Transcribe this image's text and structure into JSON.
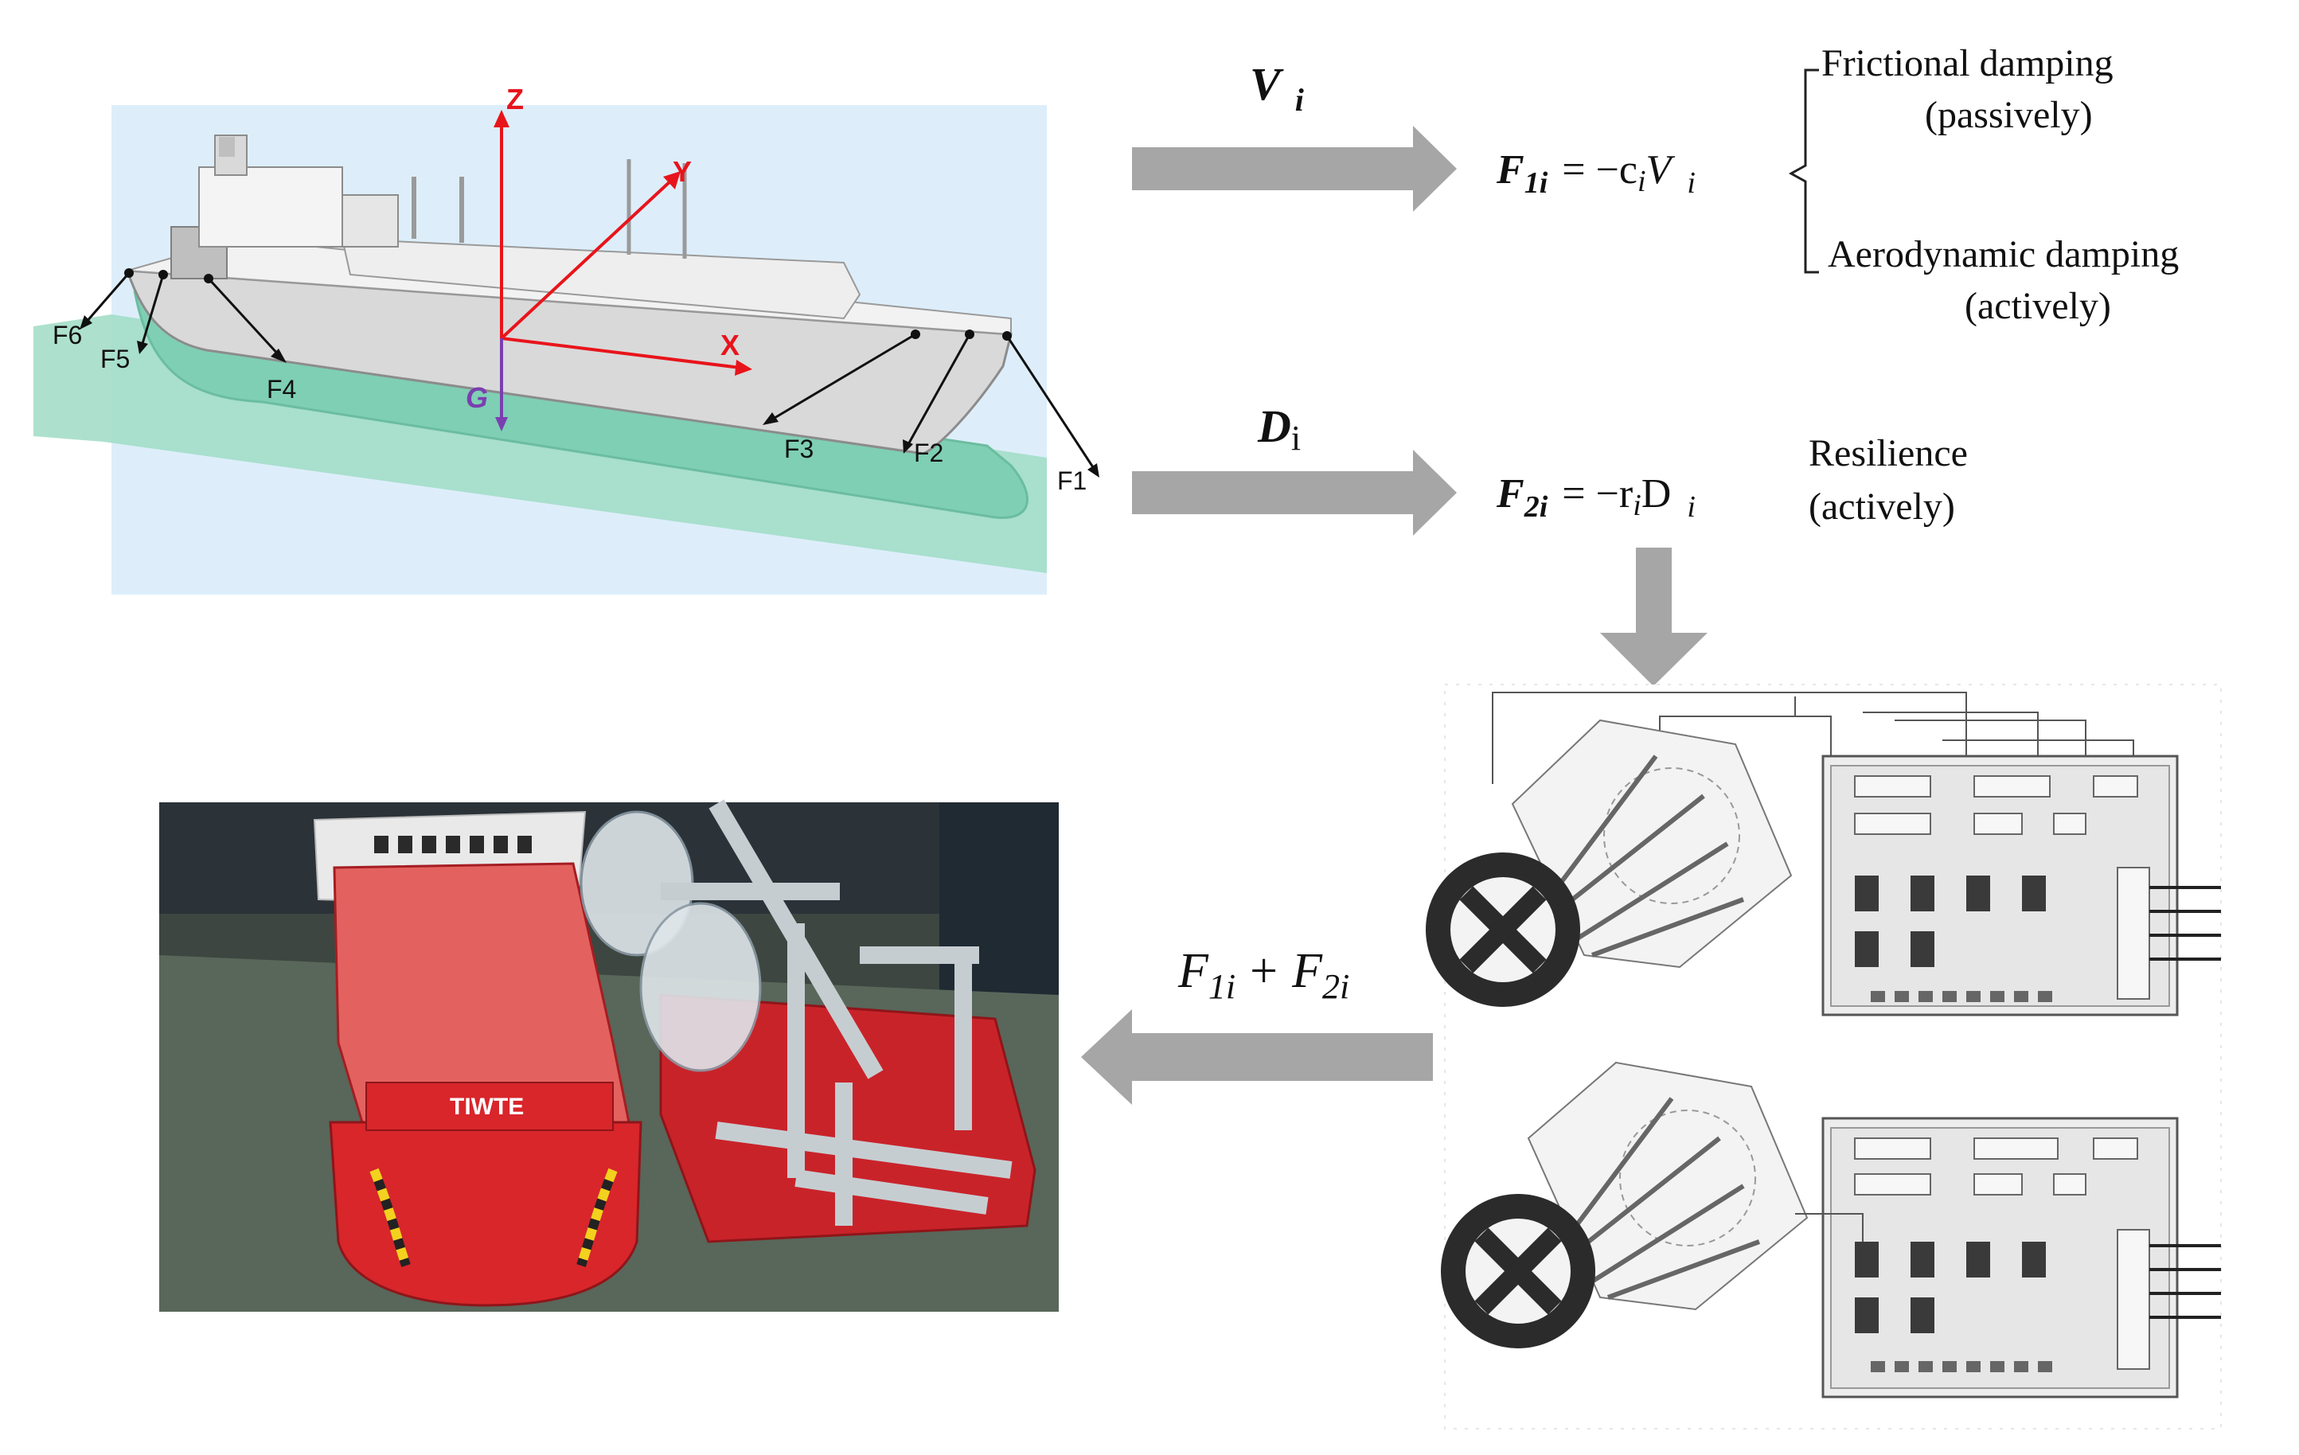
{
  "ship_model": {
    "axes": {
      "z": "Z",
      "y": "Y",
      "x": "X",
      "g": "G"
    },
    "forces": [
      "F6",
      "F5",
      "F4",
      "F3",
      "F2",
      "F1"
    ],
    "hull_text": ""
  },
  "velocity_branch": {
    "input_symbol": "V",
    "input_sub": "i",
    "eq_lhs": "F",
    "eq_lhs_sub": "1i",
    "eq_rhs": "= −c",
    "eq_rhs_sub": "i",
    "eq_rhs_tail": "V",
    "eq_rhs_tail_sub": "i",
    "damping_top_line1": "Frictional damping",
    "damping_top_line2": "(passively)",
    "damping_bottom_line1": "Aerodynamic damping",
    "damping_bottom_line2": "(actively)"
  },
  "displacement_branch": {
    "input_symbol": "D",
    "input_sub": "i",
    "eq_lhs": "F",
    "eq_lhs_sub": "2i",
    "eq_rhs": "= −r",
    "eq_rhs_sub": "i",
    "eq_rhs_tail": "D",
    "eq_rhs_tail_sub": "i",
    "resilience_line1": "Resilience",
    "resilience_line2": "(actively)"
  },
  "combined": {
    "f1": "F",
    "f1_sub": "1i",
    "plus": "+",
    "f2": "F",
    "f2_sub": "2i"
  },
  "photo": {
    "hull_logo": "TIWTE"
  },
  "colors": {
    "arrow": "#a6a6a6",
    "axis": "#e8141b",
    "gravity": "#7a3fb0",
    "water": "#9fdcc4",
    "sky": "#ddeefa",
    "hull_red": "#d8262b"
  }
}
